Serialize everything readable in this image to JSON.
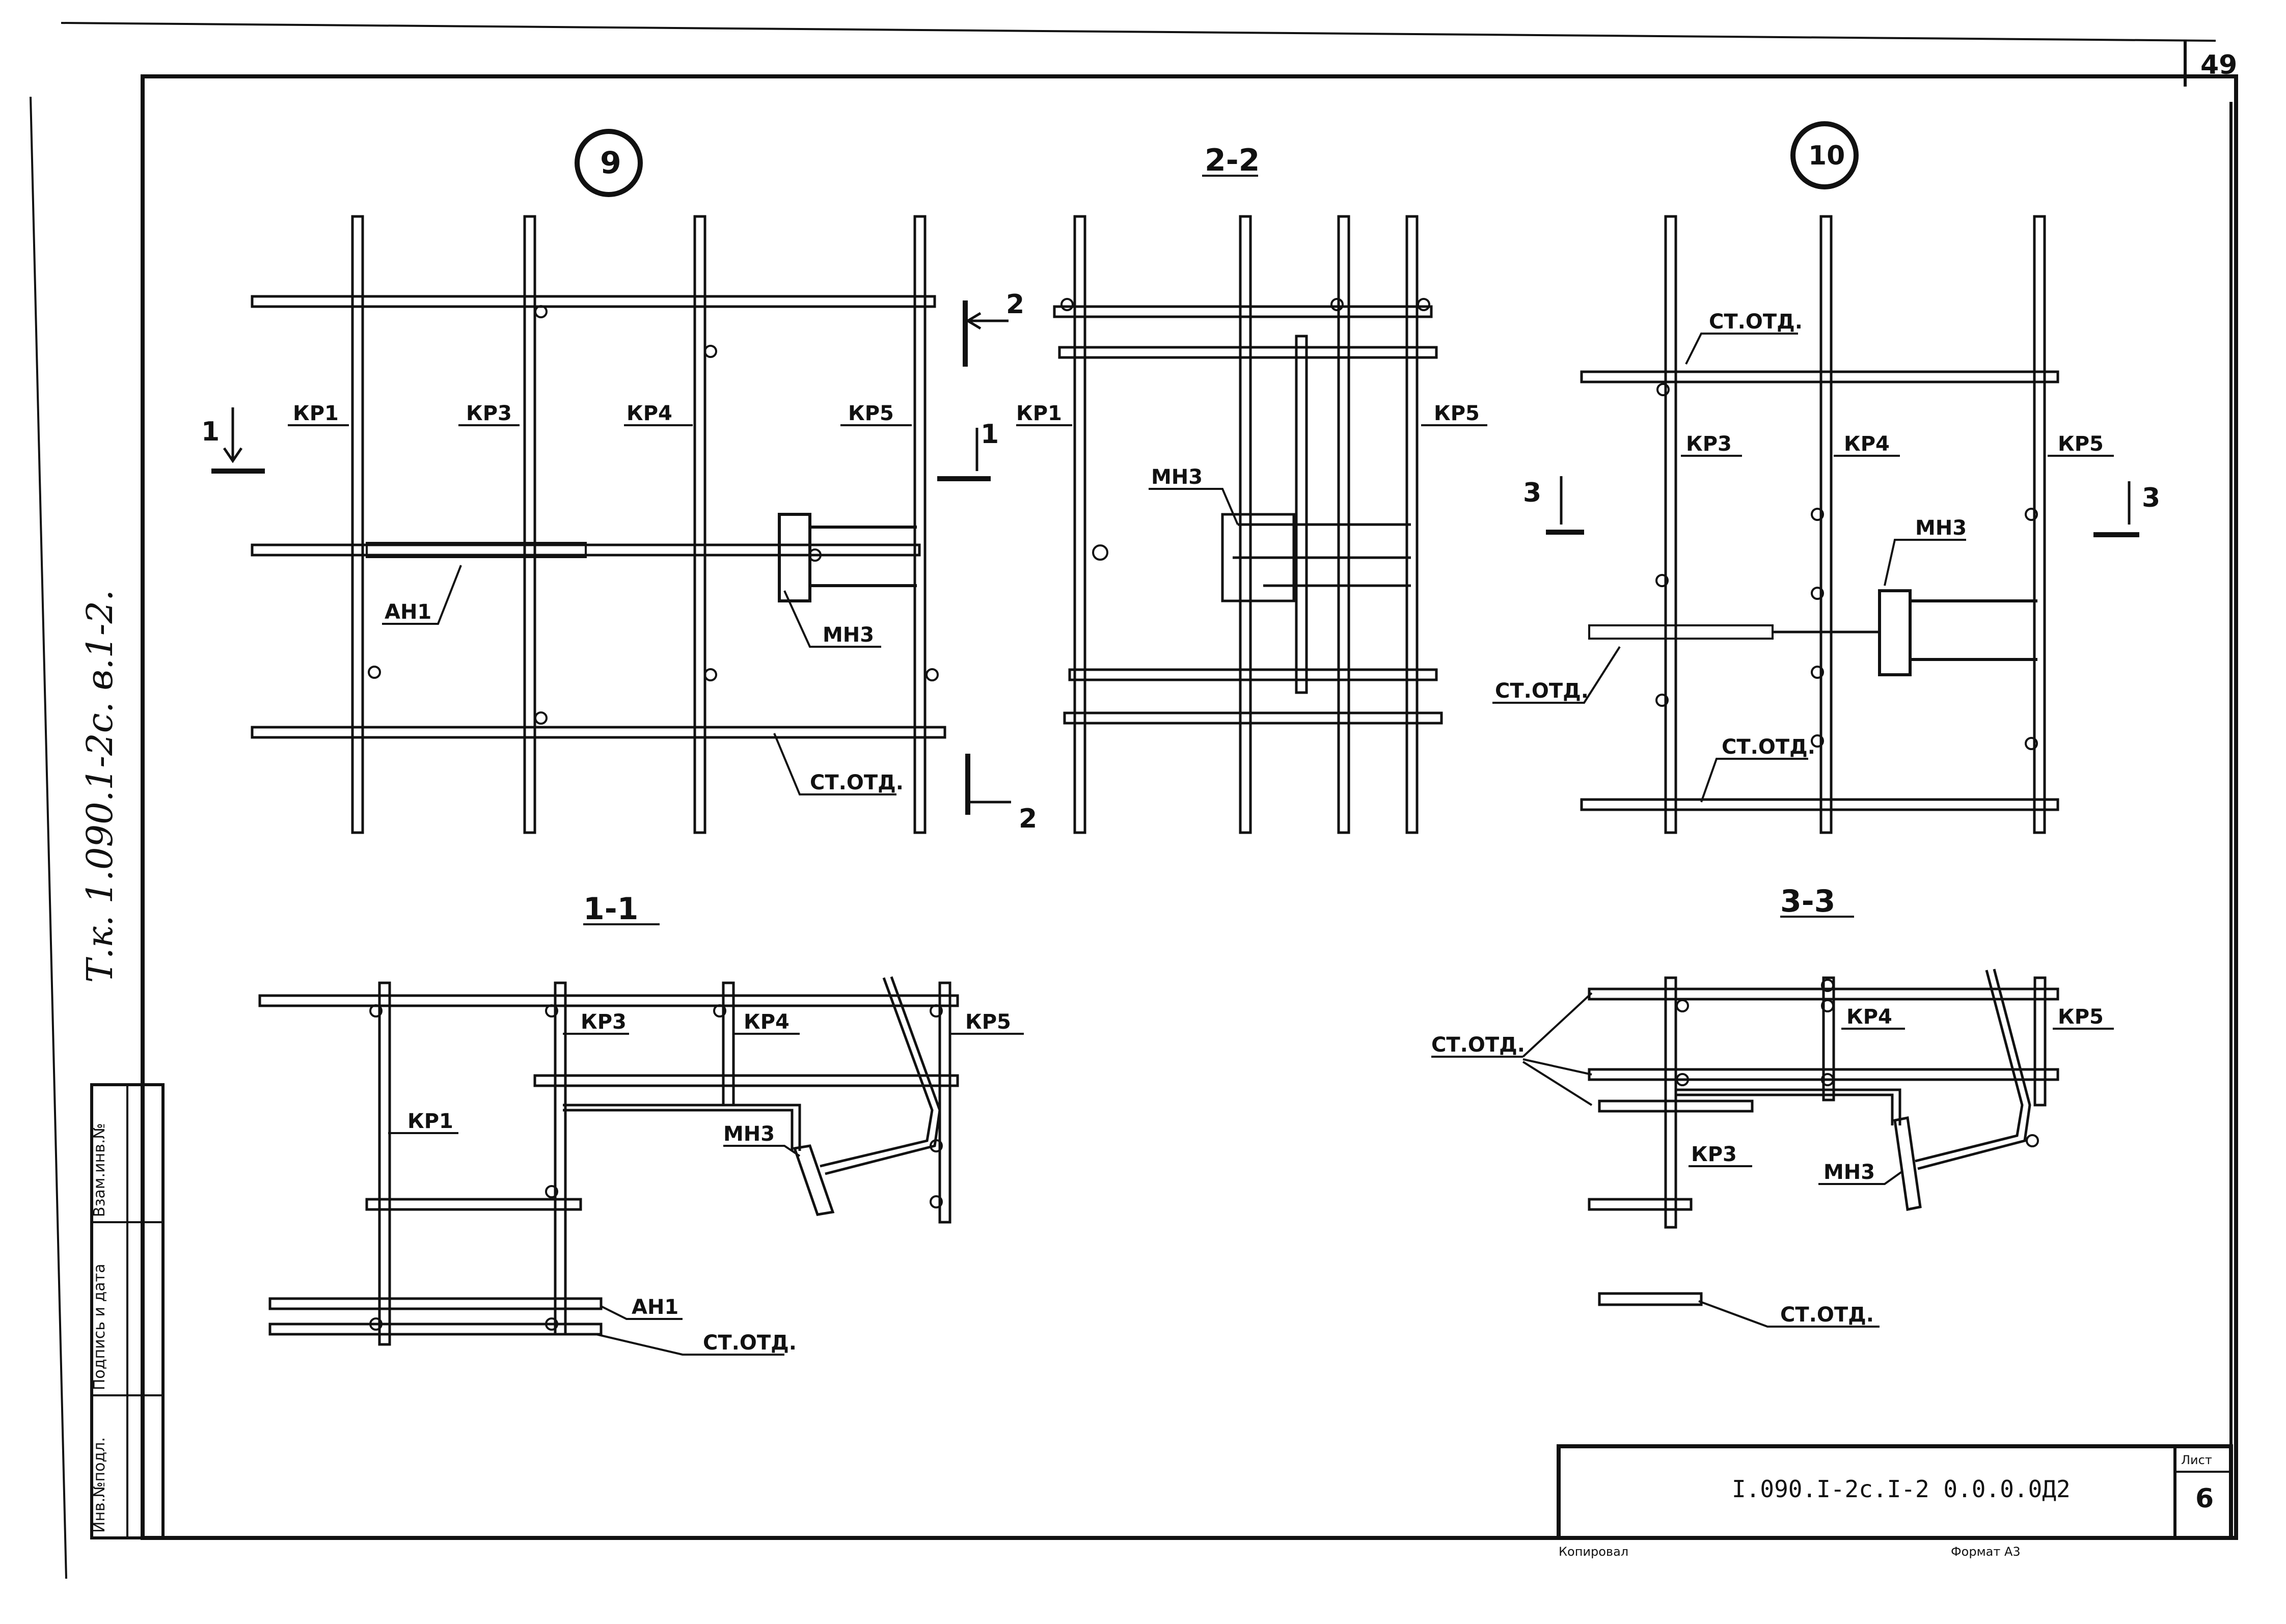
{
  "page_number": "49",
  "side_text": "Т.к. 1.090.1-2с. в.1-2.",
  "stamp_columns": [
    "Инв.№подл.",
    "Подпись и дата",
    "Взам.инв.№"
  ],
  "title_block": {
    "code": "I.090.I-2c.I-2 0.0.0.0Д2",
    "sheet_label": "Лист",
    "sheet_number": "6",
    "copied": "Копировал",
    "format": "Формат А3"
  },
  "views": {
    "v9": {
      "marker": "9",
      "section_marks": [
        "1",
        "1",
        "2",
        "2"
      ],
      "labels": [
        "КР1",
        "КР3",
        "КР4",
        "КР5",
        "АН1",
        "МН3",
        "СТ.ОТД."
      ]
    },
    "v22": {
      "title": "2-2",
      "labels": [
        "КР1",
        "КР5",
        "МН3"
      ]
    },
    "v10": {
      "marker": "10",
      "section_marks": [
        "3",
        "3"
      ],
      "labels": [
        "СТ.ОТД.",
        "КР3",
        "КР4",
        "КР5",
        "МН3",
        "СТ.ОТД.",
        "СТ.ОТД."
      ]
    },
    "v11": {
      "title": "1-1",
      "labels": [
        "КР3",
        "КР4",
        "КР5",
        "КР1",
        "МН3",
        "АН1",
        "СТ.ОТД."
      ]
    },
    "v33": {
      "title": "3-3",
      "labels": [
        "СТ.ОТД.",
        "КР4",
        "КР5",
        "КР3",
        "МН3",
        "СТ.ОТД."
      ]
    }
  }
}
